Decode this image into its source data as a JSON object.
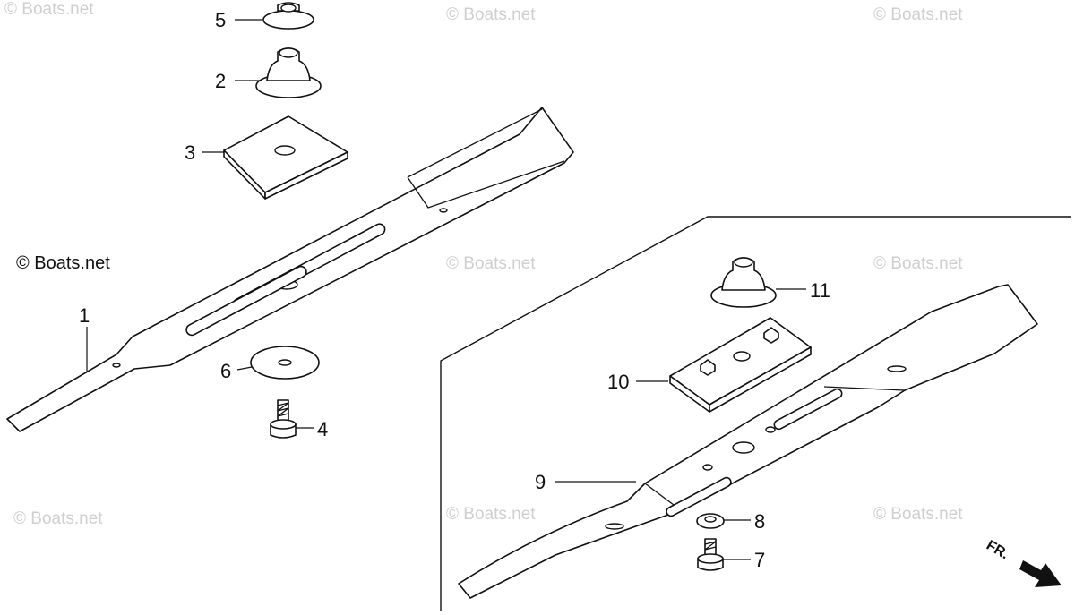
{
  "watermark": "© Boats.net",
  "copyright": "© Boats.net",
  "direction_label": "FR.",
  "callouts": {
    "blade_a": "1",
    "hub_large": "2",
    "plate_a": "3",
    "bolt_a": "4",
    "hub_small": "5",
    "washer_a": "6",
    "bolt_b": "7",
    "washer_b": "8",
    "blade_b": "9",
    "plate_b": "10",
    "hub_b": "11"
  }
}
